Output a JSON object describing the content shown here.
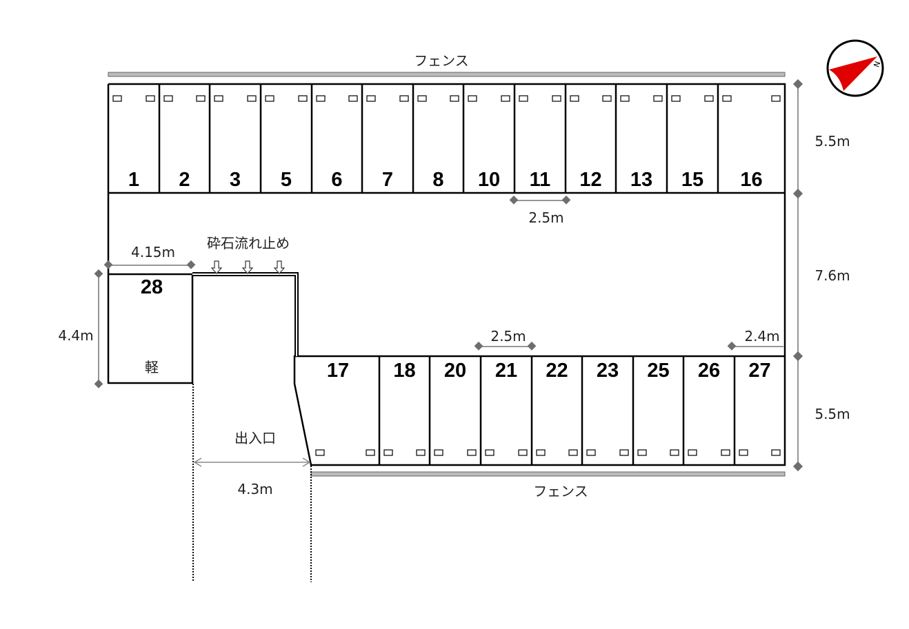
{
  "fence_top": "フェンス",
  "fence_bottom": "フェンス",
  "top_spaces": [
    "1",
    "2",
    "3",
    "5",
    "6",
    "7",
    "8",
    "10",
    "11",
    "12",
    "13",
    "15",
    "16"
  ],
  "bottom_spaces": [
    "17",
    "18",
    "20",
    "21",
    "22",
    "23",
    "25",
    "26",
    "27"
  ],
  "space_28": {
    "number": "28",
    "type": "軽"
  },
  "gravel_stop": "砕石流れ止め",
  "entrance": "出入口",
  "dimensions": {
    "top_depth": "5.5m",
    "aisle": "7.6m",
    "bottom_depth": "5.5m",
    "top_width": "2.5m",
    "bottom_width": "2.5m",
    "end_width": "2.4m",
    "space28_width": "4.15m",
    "space28_depth": "4.4m",
    "entrance_width": "4.3m"
  },
  "compass": {
    "icon": "north-arrow-icon",
    "letter": "N",
    "color": "#e00000"
  }
}
